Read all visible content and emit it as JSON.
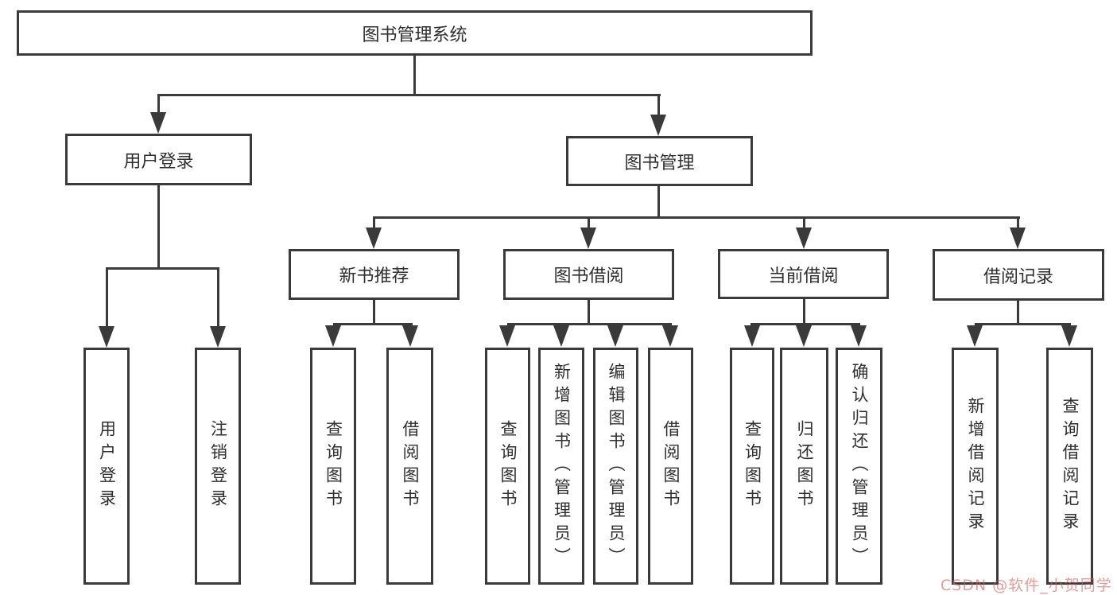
{
  "diagram": {
    "root": {
      "label": "图书管理系统"
    },
    "branches": [
      {
        "label": "用户登录",
        "children": [
          {
            "label": "用户登录"
          },
          {
            "label": "注销登录"
          }
        ]
      },
      {
        "label": "图书管理",
        "children": [
          {
            "label": "新书推荐",
            "children": [
              {
                "label": "查询图书"
              },
              {
                "label": "借阅图书"
              }
            ]
          },
          {
            "label": "图书借阅",
            "children": [
              {
                "label": "查询图书"
              },
              {
                "label": "新增图书（管理员）"
              },
              {
                "label": "编辑图书（管理员）"
              },
              {
                "label": "借阅图书"
              }
            ]
          },
          {
            "label": "当前借阅",
            "children": [
              {
                "label": "查询图书"
              },
              {
                "label": "归还图书"
              },
              {
                "label": "确认归还（管理员）"
              }
            ]
          },
          {
            "label": "借阅记录",
            "children": [
              {
                "label": "新增借阅记录"
              },
              {
                "label": "查询借阅记录"
              }
            ]
          }
        ]
      }
    ]
  },
  "watermark": {
    "text": "CSDN @软件_小贺同学"
  },
  "colors": {
    "line": "#3a3a3a",
    "text": "#2f2f2f",
    "background": "#ffffff",
    "watermark": "#cf6262"
  }
}
